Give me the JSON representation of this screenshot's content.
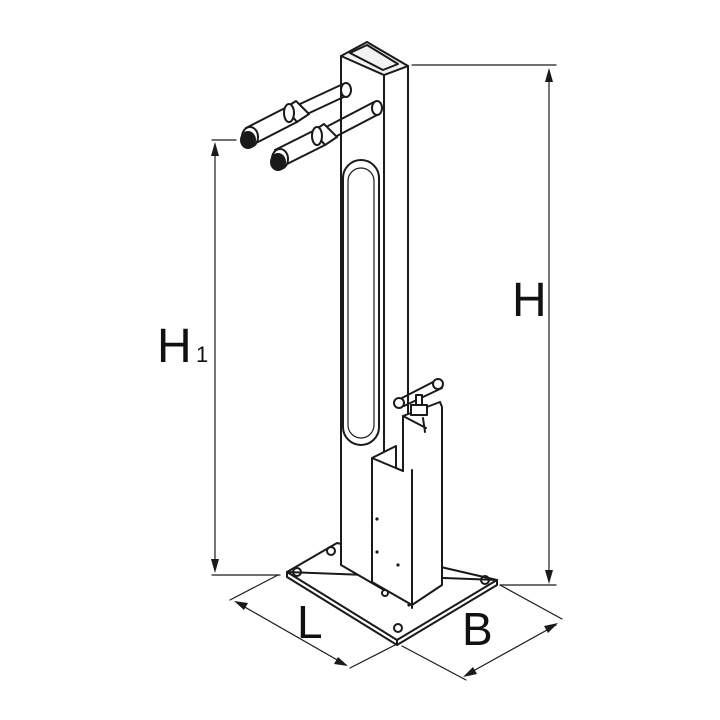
{
  "dimensions": {
    "height": "H",
    "pump_height": "H",
    "pump_height_subscript": "1",
    "length": "L",
    "width": "B"
  },
  "colors": {
    "line": "#1a1a1a",
    "background": "#ffffff"
  }
}
